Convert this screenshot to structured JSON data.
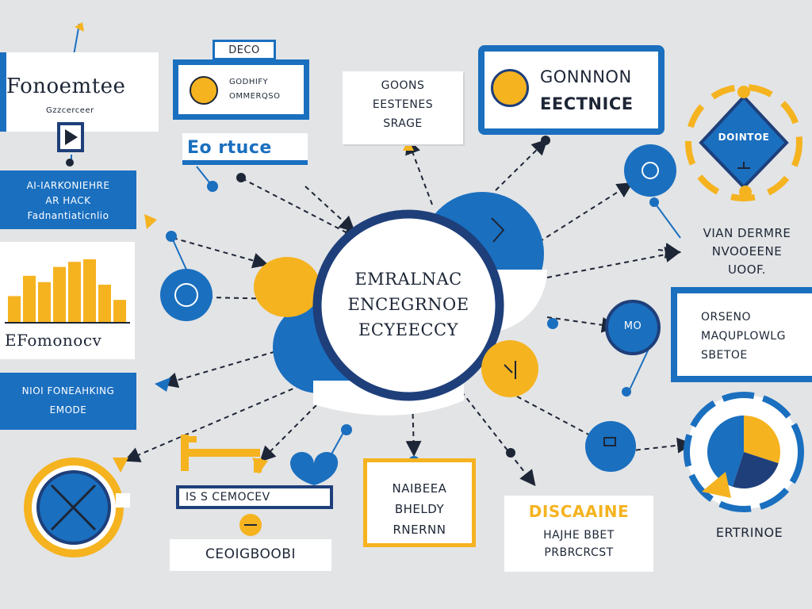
{
  "colors": {
    "background": "#e3e4e6",
    "blue": "#1a6fbf",
    "navy": "#1e3f7a",
    "yellow": "#f5b320",
    "dark": "#1d2636",
    "white": "#ffffff"
  },
  "center_hub": {
    "line1": "EMRALNAC",
    "line2": "ENCEGRNOE",
    "line3": "ECYEECCY"
  },
  "cards": {
    "top_left_title": "Fonoemtee",
    "top_left_sub": "Gzzcerceer",
    "deco_tab": "DECO",
    "deco_line1": "GODHIFY",
    "deco_line2": "OMMERQSO",
    "ebanner": "Eo rtuce",
    "goons_line1": "GOONS",
    "goons_line2": "EESTENES",
    "goons_line3": "SRAGE",
    "common_line1": "GONNNON",
    "common_line2": "EECTNICE",
    "blue_panel_line1": "AI-IARKONIEHRE",
    "blue_panel_line2": "AR HACK",
    "blue_panel_line3": "Fadnantiaticnlio",
    "efomonocv": "EFomonocv",
    "niot_line1": "NIOI FONEAHKING",
    "niot_line2": "EMODE",
    "dointoe": "DOINTOE",
    "viandermire_line1": "VIAN DERMRE",
    "viandermire_line2": "NVOOEENE",
    "viandermire_line3": "UOOF.",
    "orseno_line1": "ORSENO",
    "orseno_line2": "MAQUPLOWLG",
    "orseno_line3": "SBETOE",
    "mo_label": "MO",
    "cemocev": "IS S CEMOCEV",
    "naibeea_line1": "NAIBEEA",
    "naibeea_line2": "BHELDY",
    "naibeea_line3": "RNERNN",
    "discaaine_line1": "DISCAAINE",
    "discaaine_line2": "HAJHE BBET",
    "discaaine_line3": "PRBRCRCST",
    "ceorcebooi": "CEOIGBOOBI",
    "ertrinoe": "ERTRINOE"
  },
  "bar_chart": {
    "values": [
      42,
      74,
      64,
      88,
      96,
      100,
      60,
      36
    ]
  },
  "donut_chart": {
    "values": [
      30,
      25,
      45
    ]
  }
}
